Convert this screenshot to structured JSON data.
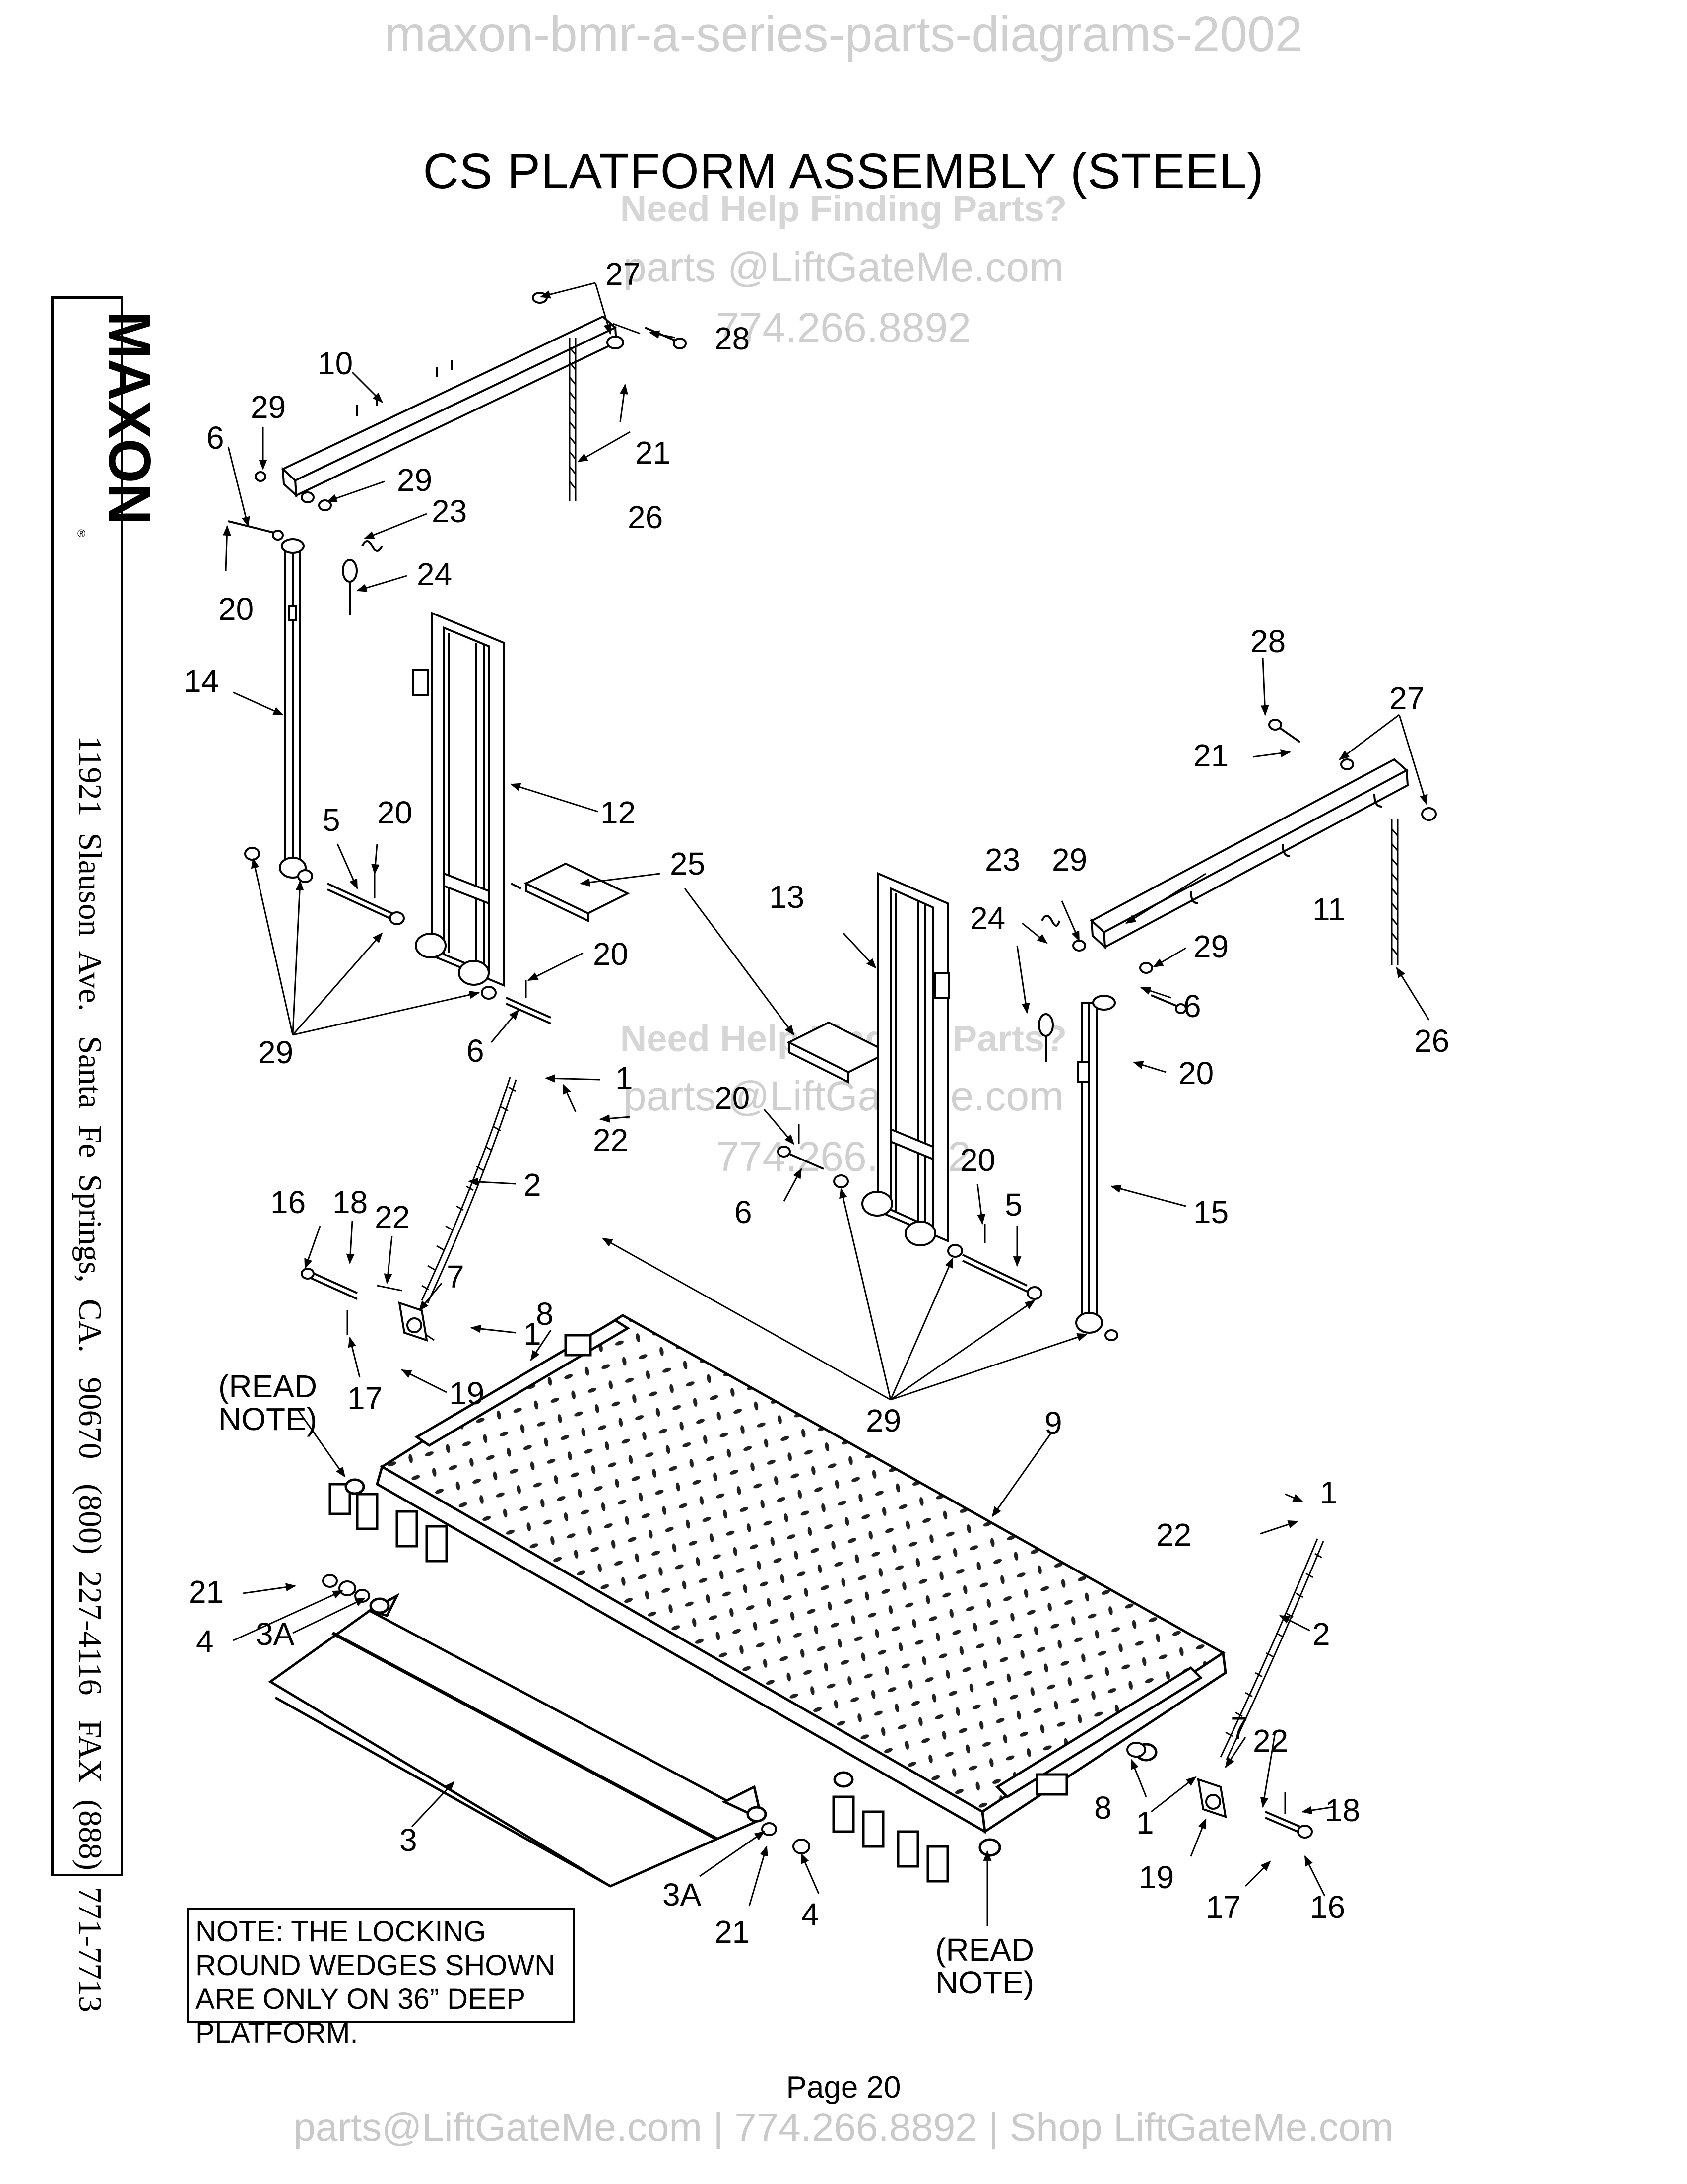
{
  "document": {
    "watermark_top": "maxon-bmr-a-series-parts-diagrams-2002",
    "title": "CS PLATFORM ASSEMBLY (STEEL)",
    "help_heading": "Need Help Finding Parts?",
    "help_email": "parts @LiftGateMe.com",
    "help_phone": "774.266.8892",
    "help_heading_2": "Need Help Finding Parts?",
    "help_email_2": "parts @LiftGateMe.com",
    "help_phone_2": "774.266.8892",
    "brand_logo": "MAXON",
    "address": "11921  Slauson  Ave.   Santa  Fe  Springs,  CA.   90670   (800)  227-4116   FAX  (888)  771-7713",
    "note": "NOTE: THE LOCKING ROUND WEDGES SHOWN ARE ONLY ON 36” DEEP PLATFORM.",
    "page": "Page  20",
    "footer": "parts@LiftGateMe.com | 774.266.8892 | Shop LiftGateMe.com"
  },
  "callouts": [
    {
      "id": "c27a",
      "text": "27"
    },
    {
      "id": "c28a",
      "text": "28"
    },
    {
      "id": "c10",
      "text": "10"
    },
    {
      "id": "c21a",
      "text": "21"
    },
    {
      "id": "c26a",
      "text": "26"
    },
    {
      "id": "c29a",
      "text": "29"
    },
    {
      "id": "c6a",
      "text": "6"
    },
    {
      "id": "c29b",
      "text": "29"
    },
    {
      "id": "c23a",
      "text": "23"
    },
    {
      "id": "c24a",
      "text": "24"
    },
    {
      "id": "c20a",
      "text": "20"
    },
    {
      "id": "c14",
      "text": "14"
    },
    {
      "id": "c12",
      "text": "12"
    },
    {
      "id": "c5a",
      "text": "5"
    },
    {
      "id": "c20b",
      "text": "20"
    },
    {
      "id": "c25",
      "text": "25"
    },
    {
      "id": "c20c",
      "text": "20"
    },
    {
      "id": "c29c",
      "text": "29"
    },
    {
      "id": "c6b",
      "text": "6"
    },
    {
      "id": "c28b",
      "text": "28"
    },
    {
      "id": "c27b",
      "text": "27"
    },
    {
      "id": "c21b",
      "text": "21"
    },
    {
      "id": "c11",
      "text": "11"
    },
    {
      "id": "c23b",
      "text": "23"
    },
    {
      "id": "c29d",
      "text": "29"
    },
    {
      "id": "c13",
      "text": "13"
    },
    {
      "id": "c24b",
      "text": "24"
    },
    {
      "id": "c29e",
      "text": "29"
    },
    {
      "id": "c26b",
      "text": "26"
    },
    {
      "id": "c6c",
      "text": "6"
    },
    {
      "id": "c20d",
      "text": "20"
    },
    {
      "id": "c1a",
      "text": "1"
    },
    {
      "id": "c22a",
      "text": "22"
    },
    {
      "id": "c20e",
      "text": "20"
    },
    {
      "id": "c2a",
      "text": "2"
    },
    {
      "id": "c20f",
      "text": "20"
    },
    {
      "id": "c6d",
      "text": "6"
    },
    {
      "id": "c5b",
      "text": "5"
    },
    {
      "id": "c15",
      "text": "15"
    },
    {
      "id": "c16a",
      "text": "16"
    },
    {
      "id": "c18a",
      "text": "18"
    },
    {
      "id": "c22b",
      "text": "22"
    },
    {
      "id": "c7a",
      "text": "7"
    },
    {
      "id": "c8a",
      "text": "8"
    },
    {
      "id": "c1b",
      "text": "1"
    },
    {
      "id": "c17a",
      "text": "17"
    },
    {
      "id": "c19a",
      "text": "19"
    },
    {
      "id": "c29f",
      "text": "29"
    },
    {
      "id": "c9",
      "text": "9"
    },
    {
      "id": "crn1",
      "text": "(READ\nNOTE)"
    },
    {
      "id": "c1c",
      "text": "1"
    },
    {
      "id": "c22c",
      "text": "22"
    },
    {
      "id": "c21c",
      "text": "21"
    },
    {
      "id": "c4a",
      "text": "4"
    },
    {
      "id": "c3Aa",
      "text": "3A"
    },
    {
      "id": "c2b",
      "text": "2"
    },
    {
      "id": "c7b",
      "text": "7"
    },
    {
      "id": "c22d",
      "text": "22"
    },
    {
      "id": "c8b",
      "text": "8"
    },
    {
      "id": "c1d",
      "text": "1"
    },
    {
      "id": "c18b",
      "text": "18"
    },
    {
      "id": "c3",
      "text": "3"
    },
    {
      "id": "c19b",
      "text": "19"
    },
    {
      "id": "c17b",
      "text": "17"
    },
    {
      "id": "c16b",
      "text": "16"
    },
    {
      "id": "c3Ab",
      "text": "3A"
    },
    {
      "id": "c21d",
      "text": "21"
    },
    {
      "id": "c4b",
      "text": "4"
    },
    {
      "id": "crn2",
      "text": "(READ\nNOTE)"
    }
  ]
}
